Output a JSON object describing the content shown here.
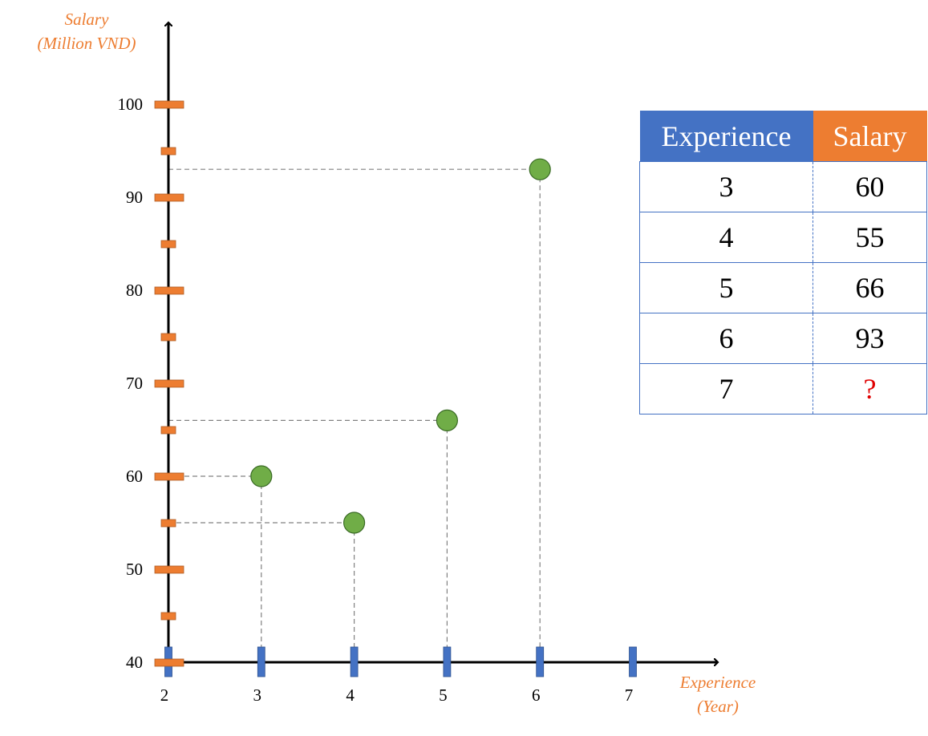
{
  "chart_data": {
    "type": "scatter",
    "title": "",
    "xlabel": [
      "Experience",
      "(Year)"
    ],
    "ylabel": [
      "Salary",
      "(Million VND)"
    ],
    "xlim": [
      2,
      7
    ],
    "ylim": [
      40,
      100
    ],
    "x_ticks": [
      2,
      3,
      4,
      5,
      6,
      7
    ],
    "y_ticks_labeled": [
      40,
      50,
      60,
      70,
      80,
      90,
      100
    ],
    "y_ticks_minor": [
      45,
      55,
      65,
      75,
      85,
      95
    ],
    "points": [
      {
        "x": 3,
        "y": 60
      },
      {
        "x": 4,
        "y": 55
      },
      {
        "x": 5,
        "y": 66
      },
      {
        "x": 6,
        "y": 93
      }
    ],
    "colors": {
      "points": "#70ad47",
      "y_ticks": "#ed7d31",
      "x_ticks": "#4472c4",
      "guides": "#808080"
    }
  },
  "table": {
    "headers": [
      "Experience",
      "Salary"
    ],
    "rows": [
      [
        "3",
        "60"
      ],
      [
        "4",
        "55"
      ],
      [
        "5",
        "66"
      ],
      [
        "6",
        "93"
      ],
      [
        "7",
        "?"
      ]
    ]
  }
}
